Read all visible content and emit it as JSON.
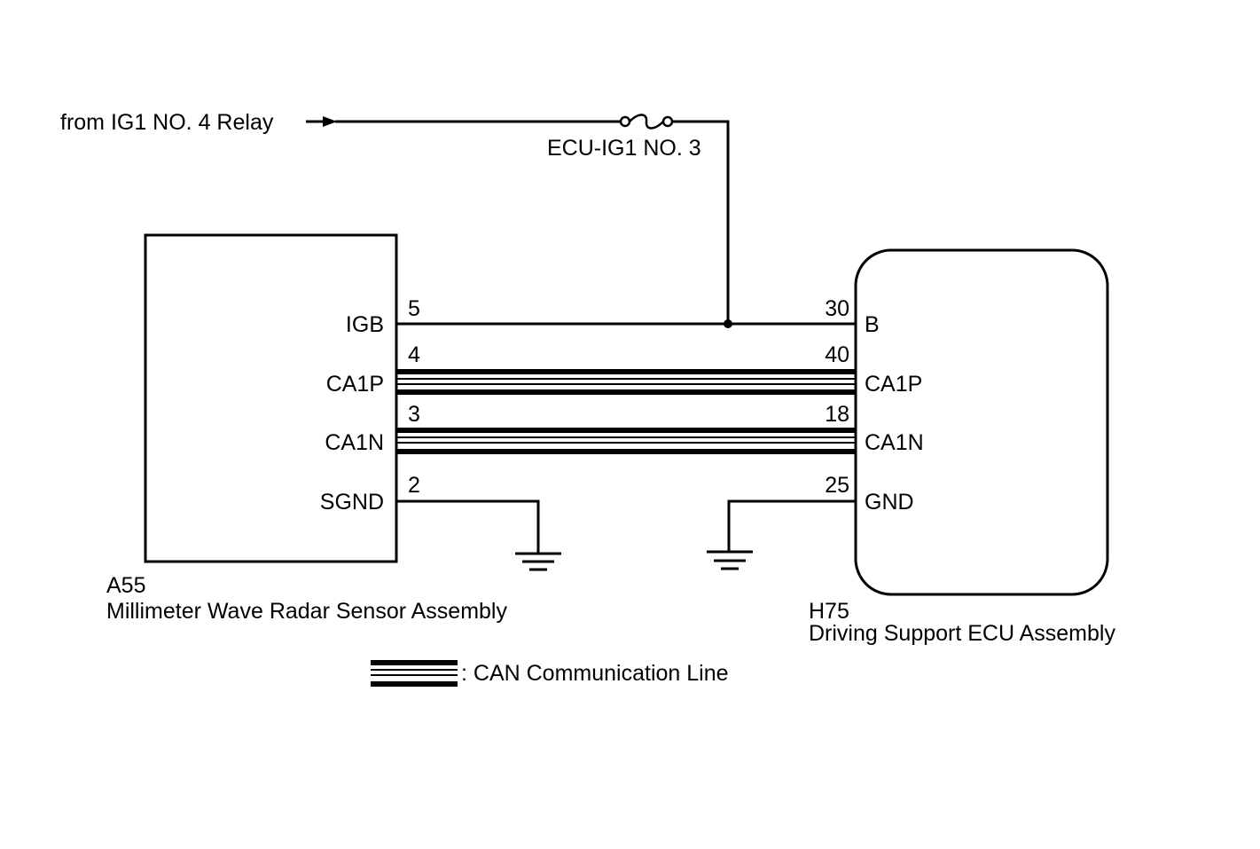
{
  "source": {
    "label": "from IG1 NO. 4 Relay"
  },
  "fuse": {
    "label": "ECU-IG1 NO. 3"
  },
  "left_component": {
    "code": "A55",
    "name": "Millimeter Wave Radar Sensor Assembly",
    "pins": [
      {
        "name": "IGB",
        "number": "5"
      },
      {
        "name": "CA1P",
        "number": "4"
      },
      {
        "name": "CA1N",
        "number": "3"
      },
      {
        "name": "SGND",
        "number": "2"
      }
    ]
  },
  "right_component": {
    "code": "H75",
    "name": "Driving Support ECU Assembly",
    "pins": [
      {
        "name": "B",
        "number": "30"
      },
      {
        "name": "CA1P",
        "number": "40"
      },
      {
        "name": "CA1N",
        "number": "18"
      },
      {
        "name": "GND",
        "number": "25"
      }
    ]
  },
  "legend": {
    "can_label": ": CAN Communication Line"
  }
}
